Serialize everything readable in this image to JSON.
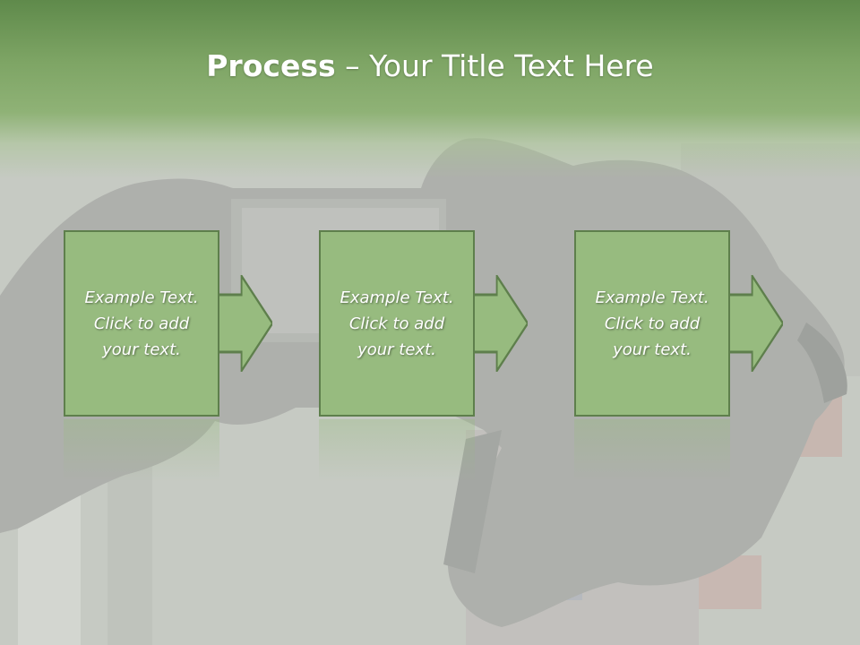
{
  "slide": {
    "title_bold": "Process",
    "title_rest": " – Your Title Text Here"
  },
  "steps": [
    {
      "text": "Example Text.\nClick  to add\nyour text."
    },
    {
      "text": "Example Text.\nClick  to add\nyour text."
    },
    {
      "text": "Example Text.\nClick  to add\nyour text."
    }
  ],
  "colors": {
    "header": "#7ea565",
    "box_fill": "#97bb7f",
    "box_border": "#5e7f4c",
    "title_text": "#ffffff"
  },
  "icons": {
    "background": "hands-holding-camera-photo",
    "connector": "right-arrow-shape"
  }
}
